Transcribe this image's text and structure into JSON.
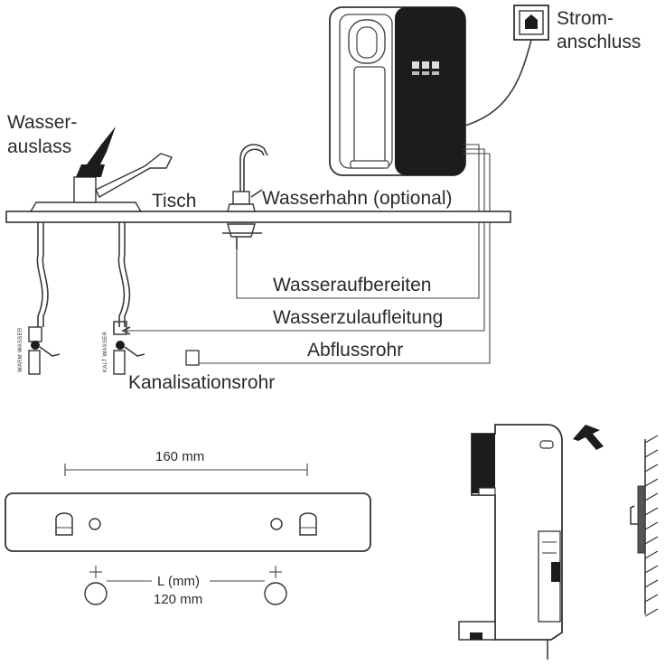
{
  "labels": {
    "stromanschluss_l1": "Strom-",
    "stromanschluss_l2": "anschluss",
    "wasserauslass_l1": "Wasser-",
    "wasserauslass_l2": "auslass",
    "tisch": "Tisch",
    "wasserhahn": "Wasserhahn (optional)",
    "wasseraufbereiten": "Wasseraufbereiten",
    "wasserzulaufleitung": "Wasserzulaufleitung",
    "abflussrohr": "Abflussrohr",
    "kanalisationsrohr": "Kanalisationsrohr",
    "warm_wasser": "WARM WASSER",
    "kalt_wasser": "KALT WASSER"
  },
  "bracket": {
    "hook_spacing": "160 mm",
    "hole_spacing_label": "L (mm)",
    "hole_spacing": "120 mm"
  },
  "colors": {
    "line": "#3a3a3a",
    "dark_panel": "#1c1c1c",
    "background": "#ffffff"
  }
}
